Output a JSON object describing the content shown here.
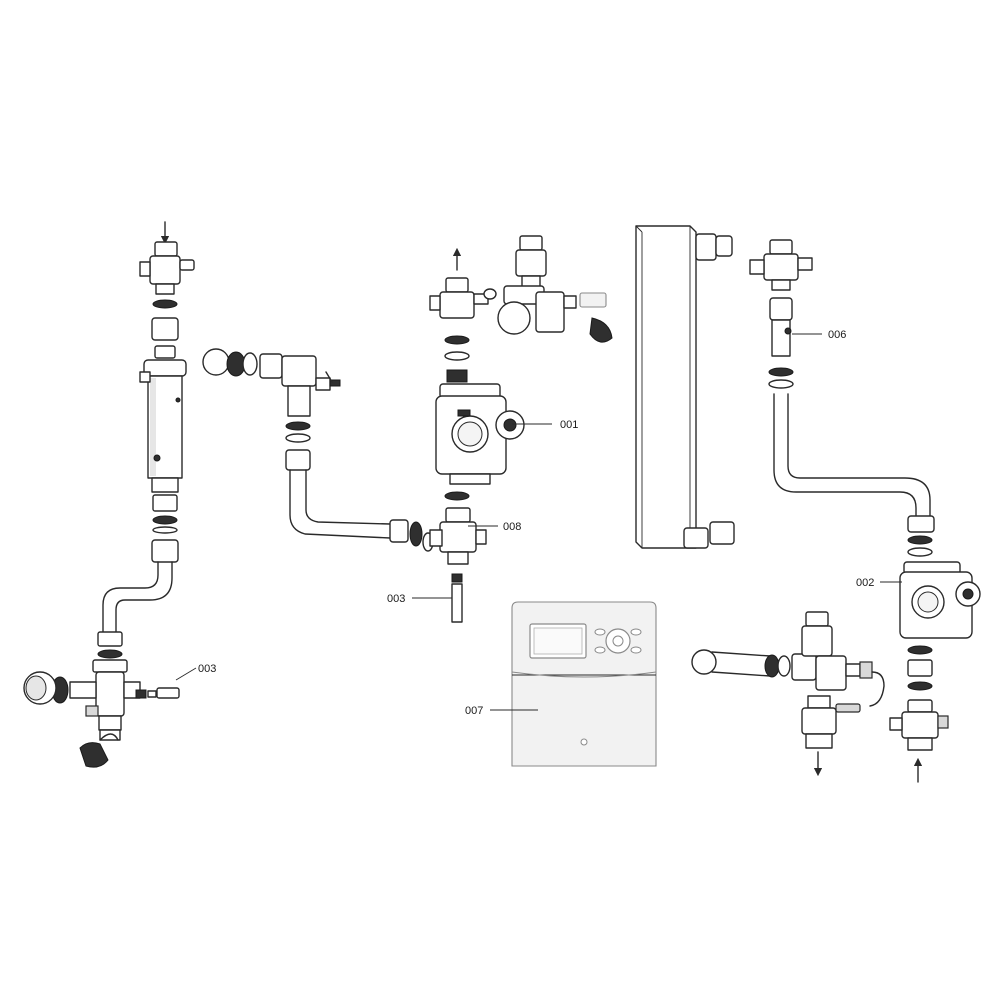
{
  "callouts": {
    "c001": "001",
    "c002": "002",
    "c003a": "003",
    "c003b": "003",
    "c006": "006",
    "c007": "007",
    "c008": "008"
  },
  "arrows": {
    "left_top": "flow-in-down",
    "center_top": "flow-out-up",
    "right_bottom_a": "flow-out-down",
    "right_bottom_b": "flow-in-up"
  }
}
